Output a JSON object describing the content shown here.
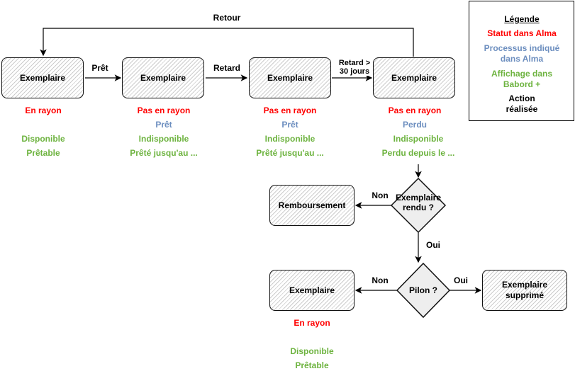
{
  "legend": {
    "title": "Légende",
    "status": "Statut dans Alma",
    "process_line1": "Processus indiqué",
    "process_line2": "dans Alma",
    "display_line1": "Affichage dans",
    "display_line2": "Babord +",
    "action_line1": "Action",
    "action_line2": "réalisée"
  },
  "colors": {
    "status": "#ff0000",
    "process": "#6c8ebf",
    "display": "#6db33f",
    "action": "#000000"
  },
  "edges": {
    "retour": "Retour",
    "pret": "Prêt",
    "retard": "Retard",
    "retard30_1": "Retard >",
    "retard30_2": "30 jours",
    "non1": "Non",
    "oui1": "Oui",
    "non2": "Non",
    "oui2": "Oui"
  },
  "nodes": {
    "n1": {
      "label": "Exemplaire",
      "status": "En rayon",
      "display1": "Disponible",
      "display2": "Prêtable"
    },
    "n2": {
      "label": "Exemplaire",
      "status": "Pas en rayon",
      "process": "Prêt",
      "display1": "Indisponible",
      "display2": "Prêté jusqu'au ..."
    },
    "n3": {
      "label": "Exemplaire",
      "status": "Pas en rayon",
      "process": "Prêt",
      "display1": "Indisponible",
      "display2": "Prêté jusqu'au ..."
    },
    "n4": {
      "label": "Exemplaire",
      "status": "Pas en rayon",
      "process": "Perdu",
      "display1": "Indisponible",
      "display2": "Perdu depuis le ..."
    },
    "rendu": {
      "line1": "Exemplaire",
      "line2": "rendu ?"
    },
    "remb": {
      "label": "Remboursement"
    },
    "pilon": {
      "label": "Pilon ?"
    },
    "n5": {
      "label": "Exemplaire",
      "status": "En rayon",
      "display1": "Disponible",
      "display2": "Prêtable"
    },
    "supp": {
      "line1": "Exemplaire",
      "line2": "supprimé"
    }
  }
}
